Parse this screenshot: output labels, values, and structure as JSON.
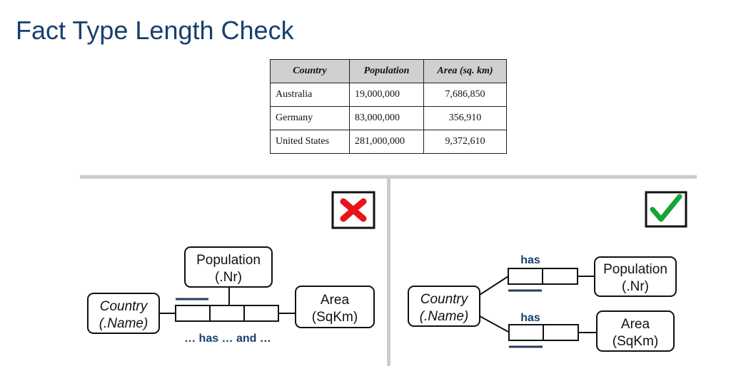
{
  "title": "Fact Type Length Check",
  "table": {
    "headers": [
      "Country",
      "Population",
      "Area (sq. km)"
    ],
    "rows": [
      [
        "Australia",
        "19,000,000",
        "7,686,850"
      ],
      [
        "Germany",
        "83,000,000",
        "356,910"
      ],
      [
        "United States",
        "281,000,000",
        "9,372,610"
      ]
    ]
  },
  "left_diagram": {
    "country_name": "Country",
    "country_ref": "(.Name)",
    "population_name": "Population",
    "population_ref": "(.Nr)",
    "area_name": "Area",
    "area_ref": "(SqKm)",
    "reading": "… has … and …",
    "verdict_icon": "cross-icon",
    "verdict_color": "#e8141a"
  },
  "right_diagram": {
    "country_name": "Country",
    "country_ref": "(.Name)",
    "population_name": "Population",
    "population_ref": "(.Nr)",
    "area_name": "Area",
    "area_ref": "(SqKm)",
    "reading_top": "has",
    "reading_bottom": "has",
    "verdict_icon": "check-icon",
    "verdict_color": "#1aa33a"
  }
}
